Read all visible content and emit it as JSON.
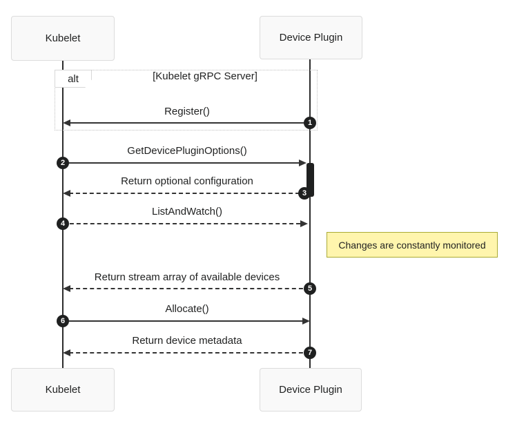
{
  "diagram": {
    "type": "sequence",
    "actors": [
      {
        "name": "Kubelet"
      },
      {
        "name": "Device Plugin"
      }
    ],
    "frame": {
      "label": "alt",
      "guard": "[Kubelet gRPC Server]"
    },
    "messages": [
      {
        "num": "1",
        "label": "Register()",
        "from": "Device Plugin",
        "to": "Kubelet",
        "line": "solid"
      },
      {
        "num": "2",
        "label": "GetDevicePluginOptions()",
        "from": "Kubelet",
        "to": "Device Plugin",
        "line": "solid"
      },
      {
        "num": "3",
        "label": "Return optional configuration",
        "from": "Device Plugin",
        "to": "Kubelet",
        "line": "dashed"
      },
      {
        "num": "4",
        "label": "ListAndWatch()",
        "from": "Kubelet",
        "to": "Device Plugin",
        "line": "dashed"
      },
      {
        "num": "5",
        "label": "Return stream array of available devices",
        "from": "Device Plugin",
        "to": "Kubelet",
        "line": "dashed"
      },
      {
        "num": "6",
        "label": "Allocate()",
        "from": "Kubelet",
        "to": "Device Plugin",
        "line": "solid"
      },
      {
        "num": "7",
        "label": "Return device metadata",
        "from": "Device Plugin",
        "to": "Kubelet",
        "line": "dashed"
      }
    ],
    "note": {
      "text": "Changes are constantly monitored"
    },
    "colors": {
      "background": "#ffffff",
      "actor_fill": "#f9f9f9",
      "actor_border": "#dcdcdc",
      "line": "#333333",
      "text": "#1f2020",
      "number_badge": "#1f2020",
      "note_fill": "#fff5ad",
      "note_border": "#aaaa33",
      "frame_border": "#bfbfbf"
    }
  }
}
